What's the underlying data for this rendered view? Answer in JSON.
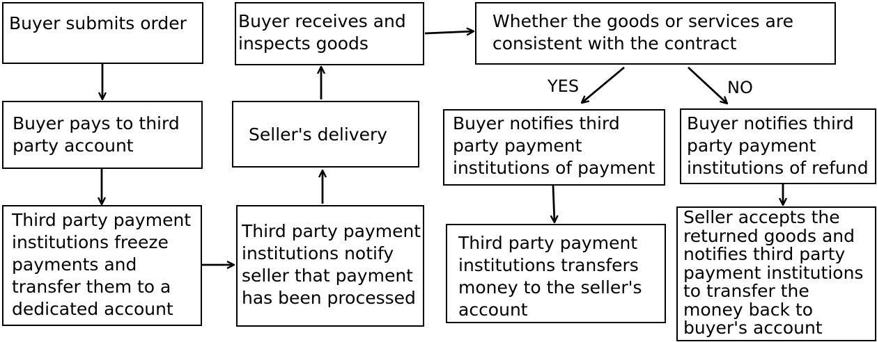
{
  "nodes": {
    "submit_order": {
      "text": "Buyer submits order"
    },
    "pay_third_party": {
      "text": "Buyer pays to third\nparty account"
    },
    "freeze_payments": {
      "text": "Third party payment\ninstitutions freeze\npayments and\ntransfer them to a\ndedicated account"
    },
    "notify_seller": {
      "text": "Third party payment\ninstitutions notify\nseller that payment\nhas been processed"
    },
    "seller_delivery": {
      "text": "Seller's delivery"
    },
    "receive_inspect": {
      "text": "Buyer receives and\ninspects goods"
    },
    "consistency_check": {
      "text": "Whether the goods or services are\nconsistent with the contract"
    },
    "notify_payment": {
      "text": "Buyer notifies third\nparty payment\ninstitutions of payment"
    },
    "notify_refund": {
      "text": "Buyer notifies third\nparty payment\ninstitutions of refund"
    },
    "transfer_to_seller": {
      "text": "Third party payment\ninstitutions transfers\nmoney to the seller's\naccount"
    },
    "refund_back": {
      "text": "Seller accepts the\nreturned goods and\nnotifies third party\npayment institutions\nto transfer the\nmoney back to\nbuyer's account"
    }
  },
  "edge_labels": {
    "yes": "YES",
    "no": "NO"
  },
  "colors": {
    "stroke": "#000000",
    "background": "#ffffff"
  }
}
